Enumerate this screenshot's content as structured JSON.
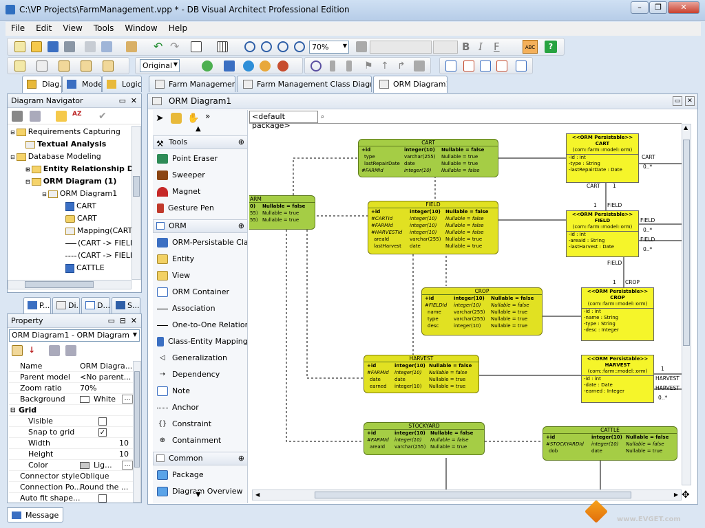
{
  "window": {
    "title": "C:\\VP Projects\\FarmManagement.vpp * - DB Visual Architect Professional Edition"
  },
  "menu": [
    "File",
    "Edit",
    "View",
    "Tools",
    "Window",
    "Help"
  ],
  "toolbar": {
    "zoom": "70%",
    "mode": "Original"
  },
  "left_tabs": [
    "Diag...",
    "Mode...",
    "Logica..."
  ],
  "doc_tabs": [
    "Farm Management",
    "Farm Management Class Diagram",
    "ORM Diagram1"
  ],
  "navigator": {
    "title": "Diagram Navigator",
    "items": [
      "Requirements Capturing",
      "Textual Analysis",
      "Database Modeling",
      "Entity Relationship Dia",
      "ORM Diagram (1)",
      "ORM Diagram1",
      "CART",
      "CART",
      "Mapping(CART -",
      "(CART -> FIELD",
      "(CART -> FIELD",
      "CATTLE"
    ]
  },
  "bottom_tabs": [
    "P...",
    "Di...",
    "D...",
    "S..."
  ],
  "property": {
    "title": "Property",
    "selector": "ORM Diagram1 - ORM Diagram",
    "rows": [
      {
        "k": "Name",
        "v": "ORM Diagra..."
      },
      {
        "k": "Parent model",
        "v": "<No parent..."
      },
      {
        "k": "Zoom ratio",
        "v": "70%"
      },
      {
        "k": "Background",
        "v": "White"
      },
      {
        "k": "Grid",
        "v": ""
      },
      {
        "k": "Visible",
        "v": ""
      },
      {
        "k": "Snap to grid",
        "v": ""
      },
      {
        "k": "Width",
        "v": "10"
      },
      {
        "k": "Height",
        "v": "10"
      },
      {
        "k": "Color",
        "v": "Lig..."
      },
      {
        "k": "Connector style",
        "v": "Oblique"
      },
      {
        "k": "Connection Po...",
        "v": "Round the ..."
      },
      {
        "k": "Auto fit shape...",
        "v": ""
      }
    ],
    "snap_checked": true
  },
  "diagram": {
    "title": "ORM Diagram1",
    "package": "<default package>"
  },
  "palette": {
    "tools_header": "Tools",
    "tools": [
      "Point Eraser",
      "Sweeper",
      "Magnet",
      "Gesture Pen"
    ],
    "orm_header": "ORM",
    "orm": [
      "ORM-Persistable Class",
      "Entity",
      "View",
      "ORM Container",
      "Association",
      "One-to-One Relation",
      "Class-Entity Mapping",
      "Generalization",
      "Dependency",
      "Note",
      "Anchor",
      "Constraint",
      "Containment"
    ],
    "common_header": "Common",
    "common": [
      "Package",
      "Diagram Overview"
    ]
  },
  "entities": {
    "cart": {
      "name": "CART",
      "rows": [
        [
          "+id",
          "integer(10)",
          "Nullable = false"
        ],
        [
          "type",
          "varchar(255)",
          "Nullable = true"
        ],
        [
          "lastRepairDate",
          "date",
          "Nullable = true"
        ],
        [
          "#FARMId",
          "integer(10)",
          "Nullable = false"
        ]
      ]
    },
    "field": {
      "name": "FIELD",
      "rows": [
        [
          "+id",
          "integer(10)",
          "Nullable = false"
        ],
        [
          "#CARTId",
          "integer(10)",
          "Nullable = false"
        ],
        [
          "#FARMId",
          "integer(10)",
          "Nullable = false"
        ],
        [
          "#HARVESTId",
          "integer(10)",
          "Nullable = false"
        ],
        [
          "areaId",
          "varchar(255)",
          "Nullable = true"
        ],
        [
          "lastHarvest",
          "date",
          "Nullable = true"
        ]
      ]
    },
    "farm": {
      "name": "ARM",
      "rows": [
        [
          "0)",
          "Nullable = false"
        ],
        [
          "55)",
          "Nullable = true"
        ],
        [
          "55)",
          "Nullable = true"
        ]
      ]
    },
    "crop": {
      "name": "CROP",
      "rows": [
        [
          "+id",
          "integer(10)",
          "Nullable = false"
        ],
        [
          "#FIELDId",
          "integer(10)",
          "Nullable = false"
        ],
        [
          "name",
          "varchar(255)",
          "Nullable = true"
        ],
        [
          "type",
          "varchar(255)",
          "Nullable = true"
        ],
        [
          "desc",
          "integer(10)",
          "Nullable = true"
        ]
      ]
    },
    "harvest": {
      "name": "HARVEST",
      "rows": [
        [
          "+id",
          "integer(10)",
          "Nullable = false"
        ],
        [
          "#FARMId",
          "integer(10)",
          "Nullable = false"
        ],
        [
          "date",
          "date",
          "Nullable = true"
        ],
        [
          "earned",
          "integer(10)",
          "Nullable = true"
        ]
      ]
    },
    "stockyard": {
      "name": "STOCKYARD",
      "rows": [
        [
          "+id",
          "integer(10)",
          "Nullable = false"
        ],
        [
          "#FARMId",
          "integer(10)",
          "Nullable = false"
        ],
        [
          "areaId",
          "varchar(255)",
          "Nullable = true"
        ]
      ]
    },
    "cattle": {
      "name": "CATTLE",
      "rows": [
        [
          "+id",
          "integer(10)",
          "Nullable = false"
        ],
        [
          "#STOCKYARDId",
          "integer(10)",
          "Nullable = false"
        ],
        [
          "dob",
          "date",
          "Nullable = true"
        ]
      ]
    }
  },
  "orm_classes": {
    "cart": {
      "stereo": "<<ORM Persistable>>",
      "name": "CART",
      "pkg": "(com::farm::model::orm)",
      "attrs": [
        "-id : int",
        "-type : String",
        "-lastRepairDate : Date"
      ]
    },
    "field": {
      "stereo": "<<ORM Persistable>>",
      "name": "FIELD",
      "pkg": "(com::farm::model::orm)",
      "attrs": [
        "-id : int",
        "-areaId : String",
        "-lastHarvest : Date"
      ]
    },
    "crop": {
      "stereo": "<<ORM Persistable>>",
      "name": "CROP",
      "pkg": "(com::farm::model::orm)",
      "attrs": [
        "-id : int",
        "-name : String",
        "-type : String",
        "-desc : Integer"
      ]
    },
    "harvest": {
      "stereo": "<<ORM Persistable>>",
      "name": "HARVEST",
      "pkg": "(com::farm::model::orm)",
      "attrs": [
        "-id : int",
        "-date : Date",
        "-earned : Integer"
      ]
    }
  },
  "labels": {
    "cart_role": "CART",
    "mult_0n": "0..*",
    "mult_1": "1",
    "field_role": "FIELD",
    "crop_role": "CROP",
    "harvest_role": "HARVEST"
  },
  "status": {
    "message": "Message",
    "watermark": "www.EVGET.com"
  }
}
